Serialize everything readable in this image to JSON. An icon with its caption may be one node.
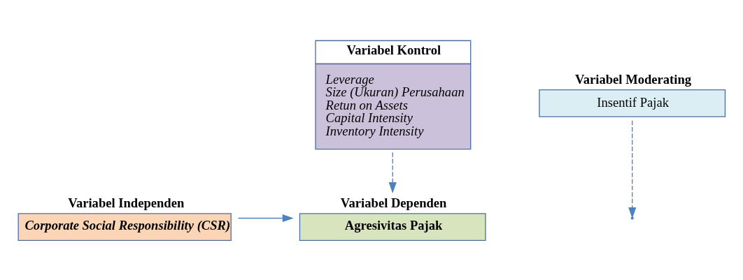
{
  "diagram": {
    "nodes": [
      {
        "text": [
          "Variabel Independen",
          "Corporate Social Responsibility (CSR)"
        ]
      },
      {
        "text": [
          "Variabel Dependen",
          "Agresivitas Pajak"
        ]
      },
      {
        "text": [
          "Variabel Moderating",
          "Insentif Pajak"
        ]
      },
      {
        "text": [
          "Variabel Kontrol",
          "Leverage",
          "Size (Ukuran) Perusahaan",
          "Retun on Assets",
          "Capital Intensity",
          "Inventory Intensity"
        ]
      }
    ],
    "edges": [
      {
        "from": 0,
        "to": 1,
        "arrow": "to"
      },
      {
        "from": 2,
        "to": null,
        "arrow": "to",
        "style": "dashed"
      },
      {
        "from": 3,
        "to": 1,
        "arrow": "to",
        "style": "dashed"
      }
    ]
  }
}
